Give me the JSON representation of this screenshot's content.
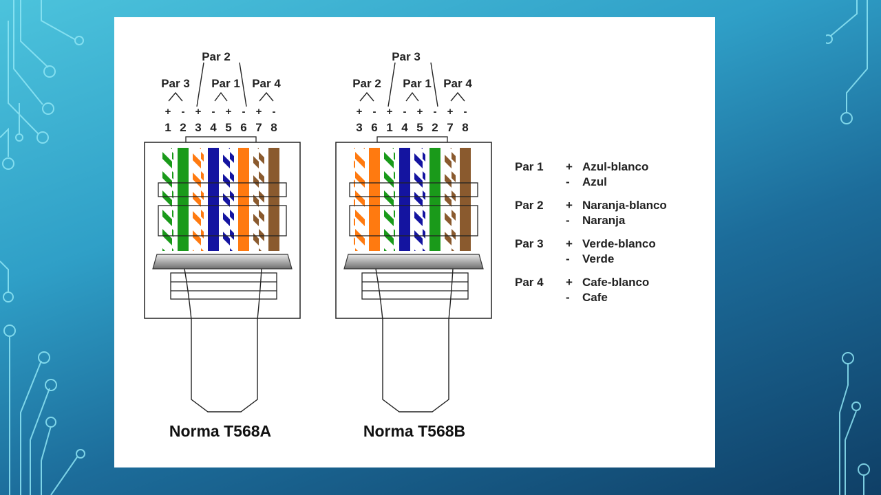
{
  "slide": {
    "colors": {
      "background_top": "#4cc3dc",
      "background_bottom": "#0f3f66",
      "card": "#ffffff",
      "circuit_lines": "#8fe6f5"
    }
  },
  "wire_colors": {
    "Azul": "#1414a0",
    "Naranja": "#ff7a10",
    "Verde": "#1a9a1a",
    "Cafe": "#8a5a2e",
    "Blanco": "#ffffff"
  },
  "standards": [
    {
      "title": "Norma T568A",
      "top_pair_label": "Par 2",
      "left_pair_label": "Par 3",
      "middle_pair_label": "Par 1",
      "right_pair_label": "Par 4",
      "signs": [
        "+",
        "-",
        "+",
        "-",
        "+",
        "-",
        "+",
        "-"
      ],
      "pins": [
        "1",
        "2",
        "3",
        "4",
        "5",
        "6",
        "7",
        "8"
      ],
      "wires": [
        {
          "color": "Verde",
          "striped": true
        },
        {
          "color": "Verde",
          "striped": false
        },
        {
          "color": "Naranja",
          "striped": true
        },
        {
          "color": "Azul",
          "striped": false
        },
        {
          "color": "Azul",
          "striped": true
        },
        {
          "color": "Naranja",
          "striped": false
        },
        {
          "color": "Cafe",
          "striped": true
        },
        {
          "color": "Cafe",
          "striped": false
        }
      ]
    },
    {
      "title": "Norma T568B",
      "top_pair_label": "Par 3",
      "left_pair_label": "Par 2",
      "middle_pair_label": "Par 1",
      "right_pair_label": "Par 4",
      "signs": [
        "+",
        "-",
        "+",
        "-",
        "+",
        "-",
        "+",
        "-"
      ],
      "pins": [
        "3",
        "6",
        "1",
        "4",
        "5",
        "2",
        "7",
        "8"
      ],
      "wires": [
        {
          "color": "Naranja",
          "striped": true
        },
        {
          "color": "Naranja",
          "striped": false
        },
        {
          "color": "Verde",
          "striped": true
        },
        {
          "color": "Azul",
          "striped": false
        },
        {
          "color": "Azul",
          "striped": true
        },
        {
          "color": "Verde",
          "striped": false
        },
        {
          "color": "Cafe",
          "striped": true
        },
        {
          "color": "Cafe",
          "striped": false
        }
      ]
    }
  ],
  "legend": [
    {
      "pair": "Par 1",
      "plus_sign": "+",
      "plus_name": "Azul-blanco",
      "minus_sign": "-",
      "minus_name": "Azul"
    },
    {
      "pair": "Par 2",
      "plus_sign": "+",
      "plus_name": "Naranja-blanco",
      "minus_sign": "-",
      "minus_name": "Naranja"
    },
    {
      "pair": "Par 3",
      "plus_sign": "+",
      "plus_name": "Verde-blanco",
      "minus_sign": "-",
      "minus_name": "Verde"
    },
    {
      "pair": "Par 4",
      "plus_sign": "+",
      "plus_name": "Cafe-blanco",
      "minus_sign": "-",
      "minus_name": "Cafe"
    }
  ]
}
